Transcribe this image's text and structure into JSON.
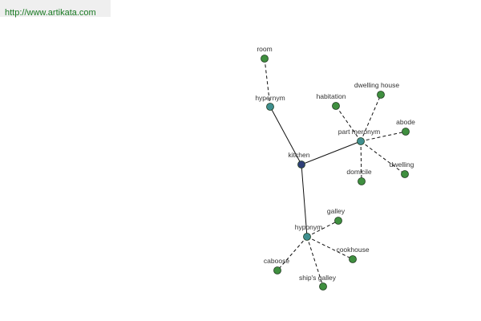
{
  "banner": {
    "url_text": "http://www.artikata.com"
  },
  "colors": {
    "center": "#2f3f78",
    "category": "#3f8f8f",
    "leaf": "#3f8f3f",
    "edge": "#111111",
    "banner_bg": "#efefef",
    "banner_text": "#1a7a24"
  },
  "graph": {
    "center": {
      "id": "kitchen",
      "label": "kitchen"
    },
    "categories": [
      {
        "id": "hypernym",
        "label": "hypernym",
        "leaves": [
          {
            "id": "room",
            "label": "room"
          }
        ]
      },
      {
        "id": "part-meronym",
        "label": "part meronym",
        "leaves": [
          {
            "id": "habitation",
            "label": "habitation"
          },
          {
            "id": "dwelling-house",
            "label": "dwelling house"
          },
          {
            "id": "abode",
            "label": "abode"
          },
          {
            "id": "dwelling",
            "label": "dwelling"
          },
          {
            "id": "domicile",
            "label": "domicile"
          }
        ]
      },
      {
        "id": "hyponym",
        "label": "hyponym",
        "leaves": [
          {
            "id": "galley",
            "label": "galley"
          },
          {
            "id": "cookhouse",
            "label": "cookhouse"
          },
          {
            "id": "ships-galley",
            "label": "ship's galley"
          },
          {
            "id": "caboose",
            "label": "caboose"
          }
        ]
      }
    ]
  }
}
